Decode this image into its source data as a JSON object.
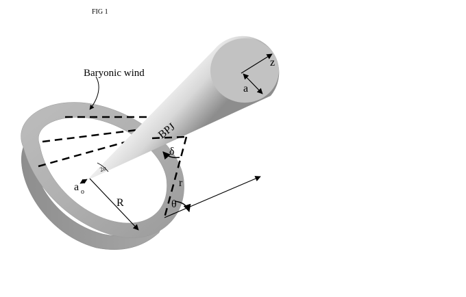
{
  "figure_label": "FIG 1",
  "labels": {
    "wind": "Baryonic wind",
    "jet": "BPJ",
    "z": "z",
    "a": "a",
    "alpha2": "2α",
    "delta": "δ",
    "r": "r",
    "R": "R",
    "theta": "θ",
    "a0_main": "a",
    "a0_sub": "o"
  }
}
